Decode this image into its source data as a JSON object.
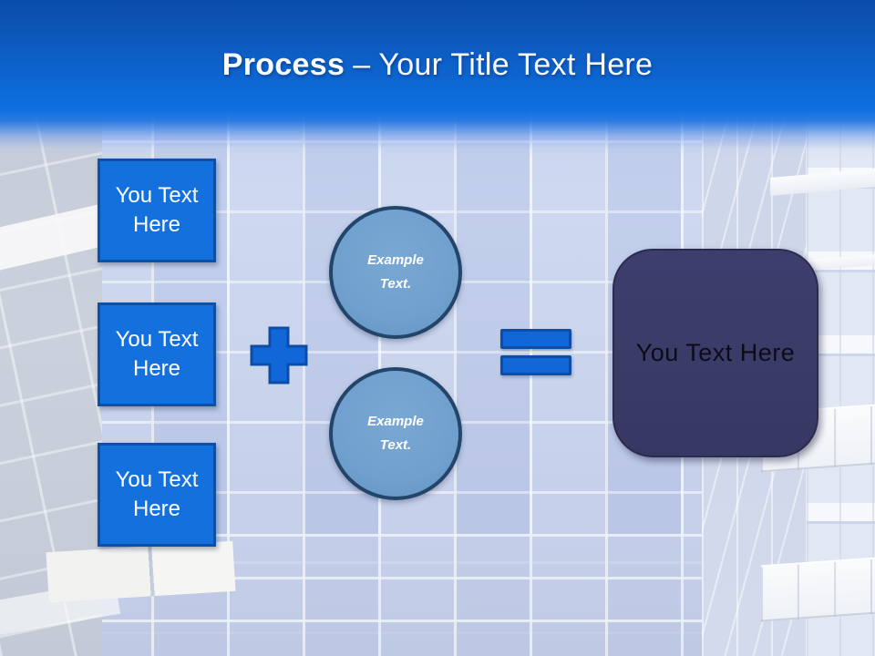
{
  "slide": {
    "title": {
      "emphasis": "Process",
      "dash": "–",
      "text": "Your Title Text Here"
    },
    "left_boxes": [
      {
        "label": "You Text Here"
      },
      {
        "label": "You Text Here"
      },
      {
        "label": "You Text Here"
      }
    ],
    "operators": {
      "plus": "+",
      "equals": "="
    },
    "circles": [
      {
        "label": "Example Text."
      },
      {
        "label": "Example Text."
      }
    ],
    "result_box": {
      "label": "You Text Here"
    },
    "colors": {
      "header_top": "#0b4ca8",
      "header_bottom": "#0f70e0",
      "box_fill": "#1470dc",
      "box_border": "#0c51a5",
      "circle_fill": "#6f9fcd",
      "circle_border": "#23456a",
      "operator_fill": "#1167d8",
      "operator_border": "#0c4da5",
      "result_fill": "#3b3b68",
      "result_border": "#2b2b50"
    }
  }
}
